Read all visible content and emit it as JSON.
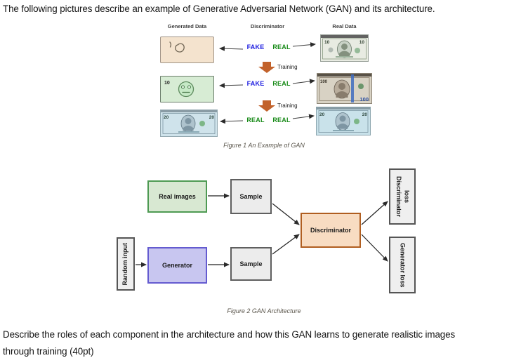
{
  "colors": {
    "fake_label": "#1d1de0",
    "real_label": "#178a17",
    "training_arrow": "#c2622b",
    "real_images_box": "#d8e8d2",
    "generator_box": "#c8c6f0",
    "discriminator_box": "#f8dcc2",
    "neutral_box": "#efefef",
    "generated_sketch_box": "#f4e3ce",
    "generated_smiley_box": "#d7ecd4"
  },
  "intro": {
    "text": "The following pictures describe an example of Generative Adversarial Network (GAN) and its architecture."
  },
  "figure1": {
    "headers": {
      "generated": "Generated Data",
      "discriminator": "Discriminator",
      "real": "Real Data"
    },
    "training_label": "Training",
    "rows": [
      {
        "left_verdict": "FAKE",
        "right_verdict": "REAL",
        "real_denomination": "10"
      },
      {
        "left_verdict": "FAKE",
        "right_verdict": "REAL",
        "generated_number": "10",
        "real_denomination": "100"
      },
      {
        "left_verdict": "REAL",
        "right_verdict": "REAL",
        "generated_denomination": "20",
        "real_denomination": "20"
      }
    ],
    "caption": "Figure 1 An Example of GAN"
  },
  "figure2": {
    "nodes": {
      "random_input": "Random input",
      "real_images": "Real images",
      "generator": "Generator",
      "sample_top": "Sample",
      "sample_bottom": "Sample",
      "discriminator": "Discriminator",
      "discriminator_loss": "Discriminator loss",
      "generator_loss": "Generator loss"
    },
    "caption": "Figure 2 GAN Architecture"
  },
  "question": {
    "line1": "Describe the roles of each component in the architecture and how this GAN learns to generate realistic images",
    "line2": "through training (40pt)"
  }
}
